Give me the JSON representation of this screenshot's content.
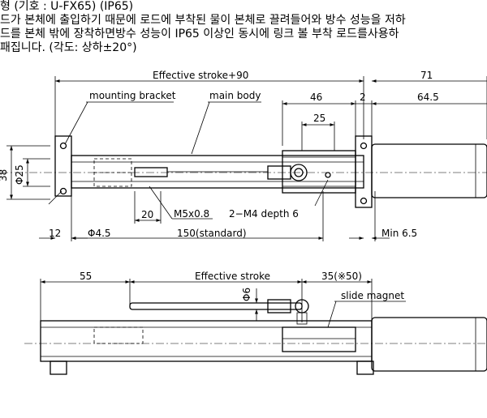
{
  "header": {
    "line1": "형 (기호 : U-FX65) (IP65)",
    "line2": "드가 본체에 출입하기 때문에 로드에 부착된 물이 본체로 끌려들어와 방수 성능을 저하",
    "line3": "드를 본체 밖에 장착하면방수 성능이 IP65 이상인 동시에 링크 볼 부착 로드를사용하",
    "line4": "패집니다.  (각도: 상하±20°)"
  },
  "top_view": {
    "dim_effective_stroke_90": "Effective stroke+90",
    "dim_71": "71",
    "label_mounting_bracket": "mounting bracket",
    "label_main_body": "main body",
    "dim_46": "46",
    "dim_2": "2",
    "dim_64_5": "64.5",
    "dim_25_top": "25",
    "dim_38": "38",
    "dim_phi25": "Φ25",
    "dim_20": "20",
    "label_m5": "M5x0.8",
    "label_m4": "2−M4 depth 6",
    "dim_12": "12",
    "dim_phi4_5": "Φ4.5",
    "dim_150": "150(standard)",
    "dim_min6_5": "Min 6.5"
  },
  "side_view": {
    "dim_55": "55",
    "dim_effective_stroke": "Effective stroke",
    "dim_35": "35(※50)",
    "dim_phi6": "Φ6",
    "label_slide_magnet": "slide magnet"
  }
}
